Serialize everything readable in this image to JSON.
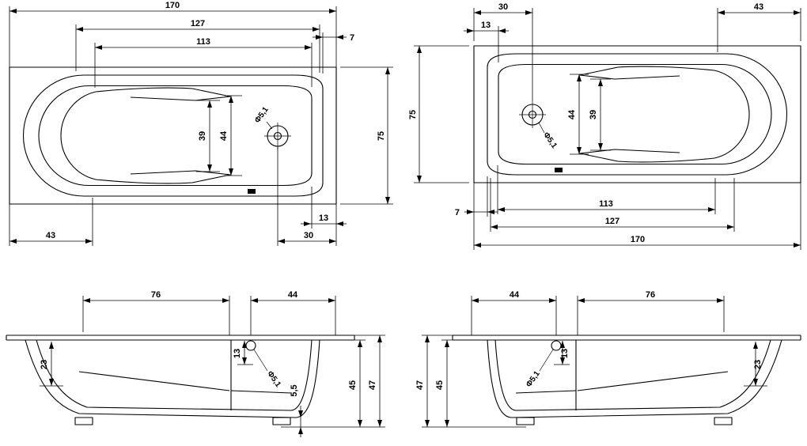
{
  "colors": {
    "line": "#000000",
    "background": "#ffffff"
  },
  "plan_left": {
    "dim_170": "170",
    "dim_127": "127",
    "dim_113": "113",
    "dim_7": "7",
    "dim_75": "75",
    "dim_39": "39",
    "dim_44": "44",
    "dim_drain": "Φ5,1",
    "dim_13": "13",
    "dim_30": "30",
    "dim_43": "43"
  },
  "plan_right": {
    "dim_30": "30",
    "dim_13": "13",
    "dim_43": "43",
    "dim_75": "75",
    "dim_44": "44",
    "dim_39": "39",
    "dim_drain": "Φ5,1",
    "dim_7": "7",
    "dim_113": "113",
    "dim_127": "127",
    "dim_170": "170"
  },
  "side_left": {
    "dim_76": "76",
    "dim_44": "44",
    "dim_23": "23",
    "dim_13": "13",
    "dim_drain": "Φ5,1",
    "dim_5_5": "5,5",
    "dim_45": "45",
    "dim_47": "47"
  },
  "side_right": {
    "dim_44": "44",
    "dim_76": "76",
    "dim_drain": "Φ5,1",
    "dim_13": "13",
    "dim_23": "23",
    "dim_45": "45",
    "dim_47": "47"
  }
}
